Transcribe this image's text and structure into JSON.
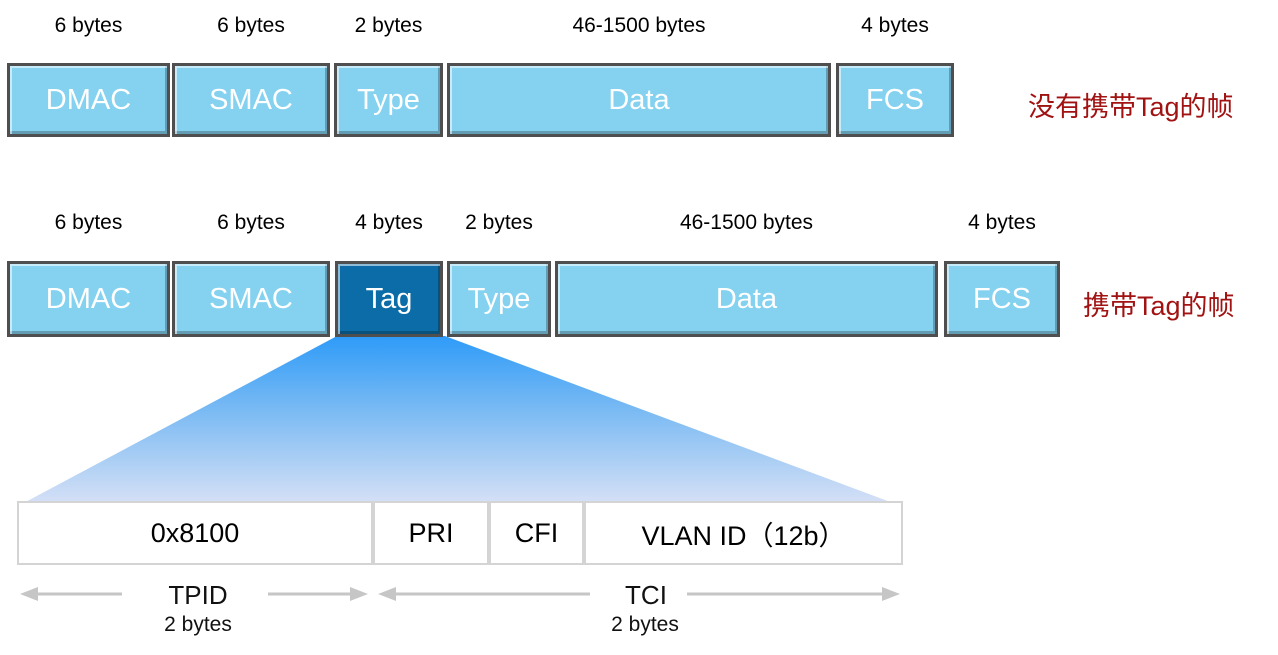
{
  "untagged": {
    "caption": "没有携带Tag的帧",
    "fields": [
      {
        "label": "DMAC",
        "size": "6 bytes"
      },
      {
        "label": "SMAC",
        "size": "6 bytes"
      },
      {
        "label": "Type",
        "size": "2 bytes"
      },
      {
        "label": "Data",
        "size": "46-1500 bytes"
      },
      {
        "label": "FCS",
        "size": "4 bytes"
      }
    ]
  },
  "tagged": {
    "caption": "携带Tag的帧",
    "fields": [
      {
        "label": "DMAC",
        "size": "6 bytes"
      },
      {
        "label": "SMAC",
        "size": "6 bytes"
      },
      {
        "label": "Tag",
        "size": "4 bytes"
      },
      {
        "label": "Type",
        "size": "2 bytes"
      },
      {
        "label": "Data",
        "size": "46-1500 bytes"
      },
      {
        "label": "FCS",
        "size": "4 bytes"
      }
    ]
  },
  "tag_detail": {
    "cells": [
      {
        "label": "0x8100"
      },
      {
        "label": "PRI"
      },
      {
        "label": "CFI"
      },
      {
        "label": "VLAN ID（12b）"
      }
    ],
    "tpid": {
      "name": "TPID",
      "size": "2 bytes"
    },
    "tci": {
      "name": "TCI",
      "size": "2 bytes"
    }
  },
  "colors": {
    "field_fill": "#84D2EF",
    "tag_fill": "#0B6CA7",
    "box_border": "#4F4F4F",
    "caption_red": "#A11212",
    "detail_border": "#D4D4D4",
    "arrow_gray": "#C6C6C6",
    "funnel_top": "#2E9BF8",
    "funnel_bottom": "#D8E1F6"
  }
}
